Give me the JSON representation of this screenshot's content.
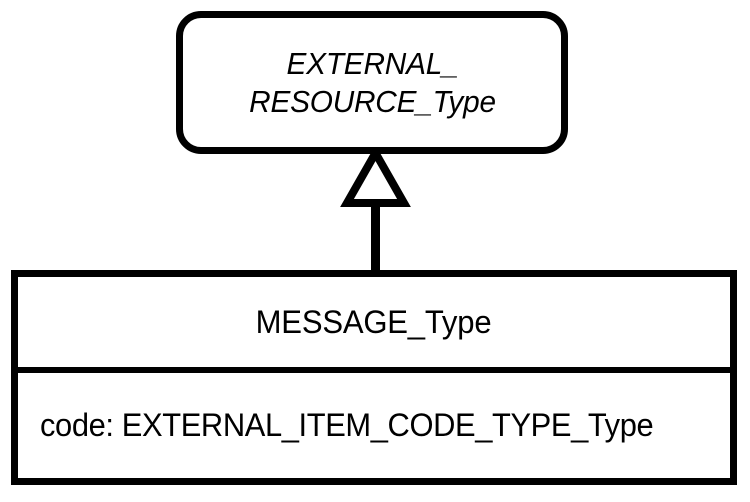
{
  "diagram": {
    "kind": "uml-class-diagram",
    "background_color": "#ffffff",
    "stroke_color": "#000000"
  },
  "superclass": {
    "name": "EXTERNAL_\nRESOURCE_Type",
    "name_line_1": "EXTERNAL_",
    "name_line_2": "RESOURCE_Type",
    "is_abstract": true,
    "shape": "rounded-rectangle"
  },
  "relationship": {
    "type": "generalization",
    "arrow_head": "hollow-triangle",
    "direction": "subclass-to-superclass"
  },
  "subclass": {
    "name": "MESSAGE_Type",
    "is_abstract": false,
    "shape": "rectangle",
    "attributes": [
      "code: EXTERNAL_ITEM_CODE_TYPE_Type"
    ]
  }
}
